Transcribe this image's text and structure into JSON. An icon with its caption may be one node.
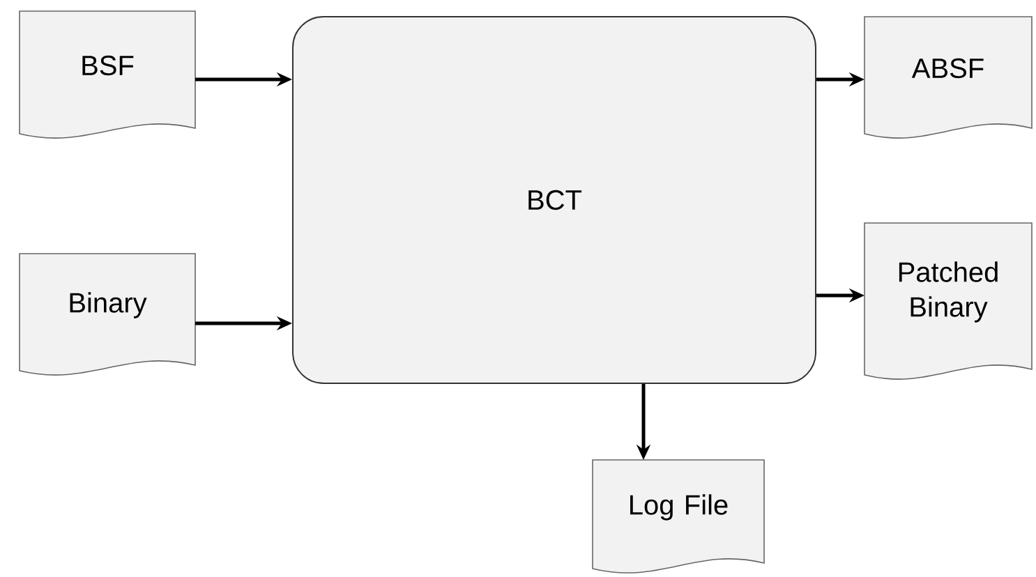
{
  "diagram": {
    "nodes": [
      {
        "text": [
          "BSF"
        ]
      },
      {
        "text": [
          "Binary"
        ]
      },
      {
        "text": [
          "BCT"
        ]
      },
      {
        "text": [
          "ABSF"
        ]
      },
      {
        "text": [
          "Patched Binary"
        ]
      },
      {
        "text": [
          "Log File"
        ]
      }
    ],
    "edges": [
      {
        "from": 0,
        "to": 2,
        "arrow": "to"
      },
      {
        "from": 1,
        "to": 2,
        "arrow": "to"
      },
      {
        "from": 2,
        "to": 3,
        "arrow": "to"
      },
      {
        "from": 2,
        "to": 4,
        "arrow": "to"
      },
      {
        "from": 2,
        "to": 5,
        "arrow": "to"
      }
    ]
  }
}
